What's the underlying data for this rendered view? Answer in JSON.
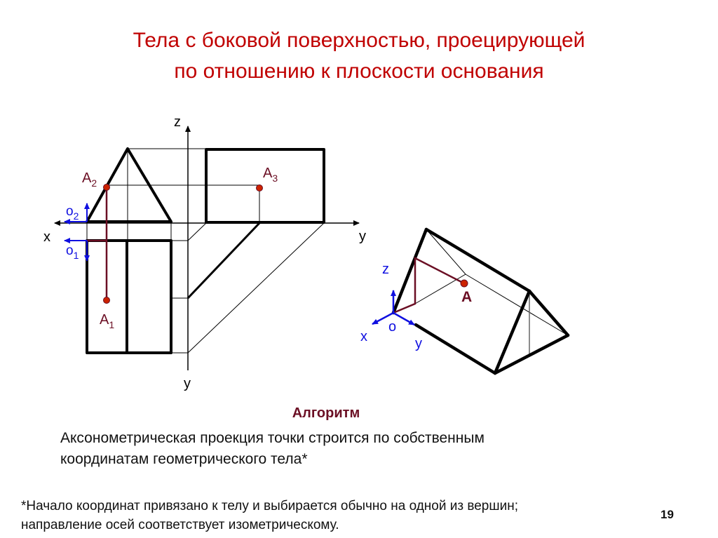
{
  "slide": {
    "title_line1": "Тела с боковой поверхностью, проецирующей",
    "title_line2": "по отношению к плоскости основания",
    "colors": {
      "title": "#c00000",
      "point": "#cc2200",
      "projection_line": "#6b0f24",
      "axes_blue": "#1010e0",
      "outline": "#000000"
    }
  },
  "orthographic": {
    "axis_labels": {
      "z": "z",
      "x": "x",
      "y_right": "y",
      "y_down": "y"
    },
    "origins": {
      "o2_main": "o",
      "o2_sub": "2",
      "o1_main": "o",
      "o1_sub": "1"
    },
    "points": {
      "a2_main": "A",
      "a2_sub": "2",
      "a3_main": "A",
      "a3_sub": "3",
      "a1_main": "A",
      "a1_sub": "1"
    }
  },
  "axonometric": {
    "axis_labels": {
      "z": "z",
      "x": "x",
      "y": "y",
      "origin": "o"
    },
    "point_label": "A"
  },
  "algorithm": {
    "heading": "Алгоритм",
    "line1": "Аксонометрическая проекция точки строится по собственным",
    "line2": "координатам геометрического тела*"
  },
  "footnote": {
    "line1": "*Начало координат привязано к телу и выбирается обычно на одной из вершин;",
    "line2": "направление осей соответствует изометрическому."
  },
  "page_number": "19"
}
